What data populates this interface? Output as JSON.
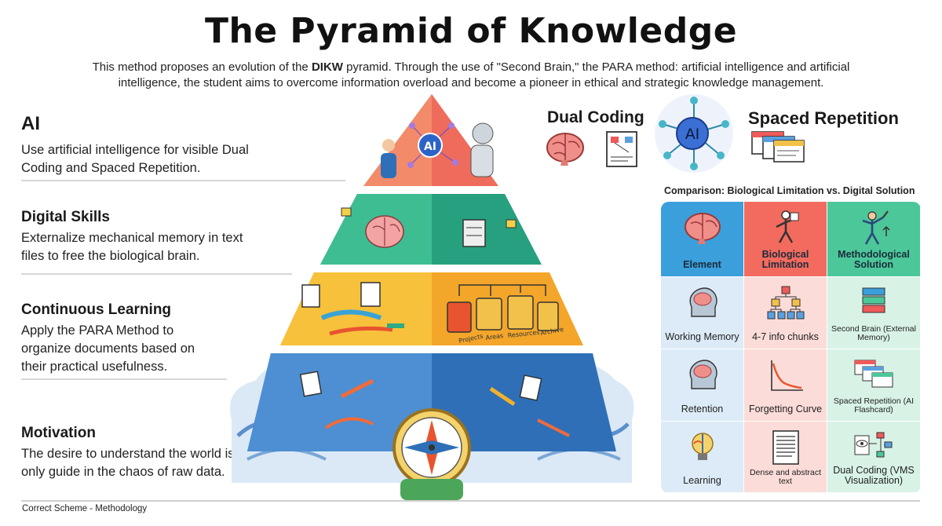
{
  "title": "The Pyramid of Knowledge",
  "subtitle": {
    "pre": "This method proposes an evolution of the ",
    "bold": "DIKW",
    "post": " pyramid. Through the use of \"Second Brain,\" the PARA method: artificial intelligence and artificial intelligence, the student aims to overcome information overload and become a pioneer in ethical and strategic knowledge management."
  },
  "sections": {
    "ai": {
      "heading": "AI",
      "text": "Use artificial intelligence for visible Dual Coding and Spaced Repetition."
    },
    "digital": {
      "heading": "Digital Skills",
      "text": "Externalize mechanical memory in text files to free the biological brain."
    },
    "learning": {
      "heading": "Continuous Learning",
      "text": "Apply the PARA Method to organize documents based on their practical usefulness."
    },
    "motivation": {
      "heading": "Motivation",
      "text": "The desire to understand the world is the only guide in the chaos of raw data."
    }
  },
  "pyramid": {
    "ai_badge": "AI",
    "folders": [
      "Projects",
      "Areas",
      "Resources",
      "Archive"
    ]
  },
  "techniques": {
    "dual_coding": "Dual Coding",
    "ai_hub": "AI",
    "spaced_repetition": "Spaced Repetition"
  },
  "comparison": {
    "title": "Comparison: Biological Limitation vs. Digital Solution",
    "headers": [
      "Element",
      "Biological Limitation",
      "Methodological Solution"
    ],
    "rows": [
      [
        "Working Memory",
        "4-7 info chunks",
        "Second Brain (External Memory)"
      ],
      [
        "Retention",
        "Forgetting Curve",
        "Spaced Repetition (AI Flashcard)"
      ],
      [
        "Learning",
        "Dense and abstract text",
        "Dual Coding (VMS Visualization)"
      ]
    ]
  },
  "footer": "Correct Scheme - Methodology",
  "colors": {
    "apex": "#ef6b5b",
    "tier2": "#2eaa86",
    "tier3": "#f2b12c",
    "tier4": "#2f6fb8",
    "header_element": "#3a9fdb",
    "header_limit": "#f36b5f",
    "header_solution": "#4cc79a"
  }
}
